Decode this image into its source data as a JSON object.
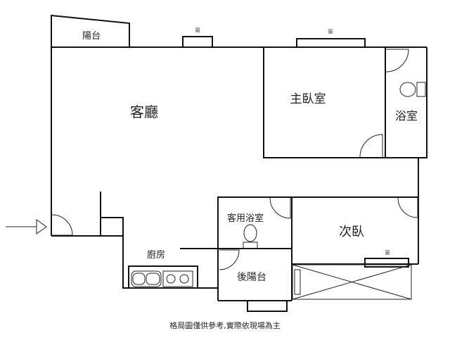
{
  "rooms": {
    "balcony": "陽台",
    "living_room": "客廳",
    "master_bedroom": "主臥室",
    "bathroom": "浴室",
    "guest_bathroom": "客用浴室",
    "second_bedroom": "次臥",
    "kitchen": "廚房",
    "rear_balcony": "後陽台"
  },
  "windows": {
    "window_1": "窗",
    "window_2": "窗",
    "window_3": "窗"
  },
  "footnote": "格局圖僅供參考,實際依現場為主"
}
